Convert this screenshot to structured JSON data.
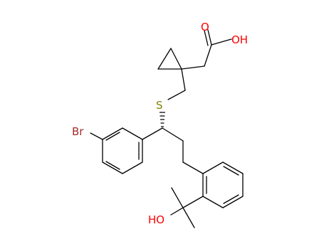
{
  "molecule": {
    "labels": {
      "carbonyl_o": "O",
      "acid_oh": "OH",
      "sulfur": "S",
      "bromine": "Br",
      "hydroxyl": "HO"
    },
    "colors": {
      "bond": "#000000",
      "oxygen": "#ff0000",
      "sulfur": "#808000",
      "bromine": "#a52a2a"
    }
  }
}
